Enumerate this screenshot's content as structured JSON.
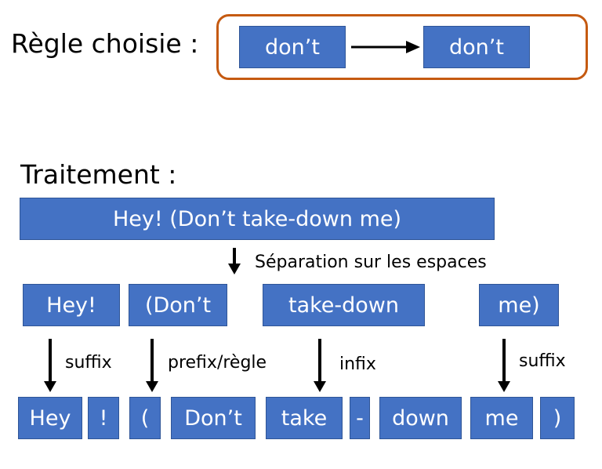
{
  "rule": {
    "title": "Règle choisie :",
    "from": "don’t",
    "to": "don’t",
    "frame_color": "#C55A11"
  },
  "processing": {
    "title": "Traitement :",
    "input": "Hey! (Don’t take-down me)",
    "split_label": "Séparation sur les espaces",
    "words": [
      "Hey!",
      "(Don’t",
      "take-down",
      "me)"
    ],
    "ops": [
      "suffix",
      "prefix/règle",
      "infix",
      "suffix"
    ],
    "tokens": [
      "Hey",
      "!",
      "(",
      "Don’t",
      "take",
      "-",
      "down",
      "me",
      ")"
    ]
  },
  "colors": {
    "box": "#4472C4",
    "box_text": "#FFFFFF"
  }
}
